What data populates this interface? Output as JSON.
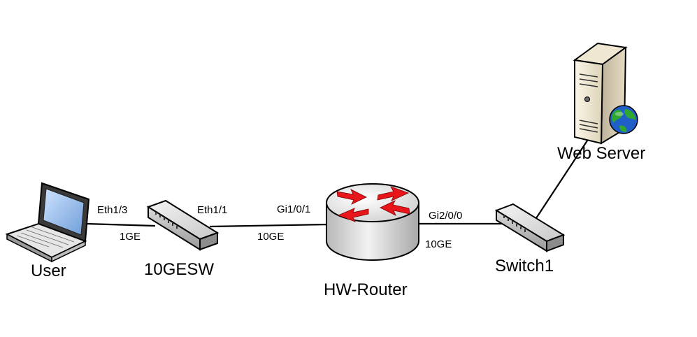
{
  "colors": {
    "link": "#000000",
    "router_arrow": "#e8151b",
    "globe_blue": "#1f5fc7",
    "globe_green": "#2fa82f"
  },
  "devices": {
    "user": {
      "name": "User",
      "icon": "laptop-icon"
    },
    "sw10ge": {
      "name": "10GESW",
      "icon": "switch-icon"
    },
    "router": {
      "name": "HW-Router",
      "icon": "router-icon"
    },
    "switch1": {
      "name": "Switch1",
      "icon": "switch-icon"
    },
    "webserver": {
      "name": "Web Server",
      "icon": "server-icon"
    }
  },
  "links": {
    "user_sw": {
      "port_a": "Eth1/3",
      "speed": "1GE"
    },
    "sw_router": {
      "port_a": "Eth1/1",
      "port_b": "Gi1/0/1",
      "speed": "10GE"
    },
    "router_switch1": {
      "port_a": "Gi2/0/0",
      "speed": "10GE"
    }
  }
}
